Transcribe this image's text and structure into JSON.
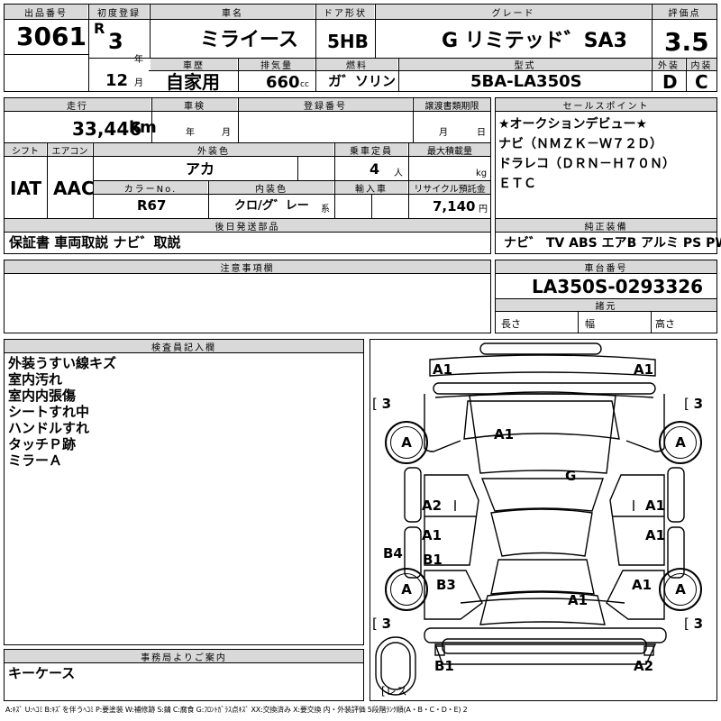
{
  "headers": {
    "lot_no": "出品番号",
    "first_reg": "初度登録",
    "car_name": "車名",
    "door": "ドア形状",
    "grade": "グレード",
    "score": "評価点",
    "history": "車歴",
    "displacement": "排気量",
    "fuel": "燃料",
    "model": "型式",
    "exterior": "外装",
    "interior": "内装",
    "mileage": "走行",
    "inspection": "車検",
    "reg_no": "登録番号",
    "transfer_doc": "譲渡書類期限",
    "selling_points": "セールスポイント",
    "shift": "シフト",
    "aircon": "エアコン",
    "ext_color": "外装色",
    "capacity": "乗車定員",
    "max_load": "最大積載量",
    "color_no": "カラーNo.",
    "int_color": "内装色",
    "import": "輸入車",
    "recycle": "リサイクル預託金",
    "later_docs": "後日発送部品",
    "options": "純正装備",
    "notes": "注意事項欄",
    "chassis": "車台番号",
    "dims": "諸元",
    "inspector": "検査員記入欄",
    "office": "事務局よりご案内"
  },
  "units": {
    "year": "年",
    "month": "月",
    "cc": "cc",
    "km": "km",
    "people": "人",
    "kg": "kg",
    "kei": "系",
    "yen": "円",
    "len": "長さ",
    "width": "幅",
    "height": "高さ"
  },
  "values": {
    "lot_no": "3061",
    "era": "R",
    "year": "3",
    "month": "12",
    "car_name": "ミライース",
    "door": "5HB",
    "grade": "G リミテッド゛SA3",
    "score": "3.5",
    "history": "自家用",
    "displacement": "660",
    "fuel": "ガ゛ソリン",
    "model": "5BA-LA350S",
    "ext_score": "D",
    "int_score": "C",
    "mileage": "33,446",
    "shift": "IAT",
    "aircon": "AAC",
    "ext_color": "アカ",
    "capacity": "4",
    "color_no": "R67",
    "int_color": "クロ/グ゛レー",
    "recycle": "7,140",
    "later_docs": "保証書 車両取説 ナビ゛取説",
    "chassis": "LA350S-0293326",
    "office_note": "キーケース"
  },
  "selling_points": [
    "★オークションデビュー★",
    "ナビ（ＮＭＺＫ－Ｗ７２Ｄ）",
    "ドラレコ（ＤＲＮ－Ｈ７０Ｎ）",
    "ＥＴＣ"
  ],
  "options": "ナビ゛ TV ABS エアB アルミ PS PW",
  "inspector_notes": [
    "外装うすい線キズ",
    "室内汚れ",
    "室内内張傷",
    "シートすれ中",
    "ハンドルすれ",
    "タッチＰ跡",
    "ミラーＡ"
  ],
  "diagram": {
    "marks": {
      "front_bumper_l": "A1",
      "front_bumper_r": "A1",
      "bonnet": "A1",
      "windshield": "G",
      "front_door_l": "A2",
      "front_door_r": "A1",
      "rear_door_l": "A1",
      "rear_door_r": "A1",
      "rear_pillar_l": "B4",
      "roof_l": "B1",
      "rear_fender_l": "B3",
      "rear_fender_r": "A1",
      "back_door": "A1",
      "rear_bumper_l": "B1",
      "rear_bumper_r": "A2"
    },
    "tires": [
      "A",
      "A",
      "A",
      "A"
    ],
    "tread": [
      "3",
      "3",
      "3",
      "3"
    ],
    "spare": "レス"
  },
  "legend": "A:ｷｽﾞ U:ﾍｺﾐ B:ｷｽﾞを伴うﾍｺﾐ P:要塗装 W:補修跡 S:錆 C:腐食 G:ﾌﾛﾝﾄｶﾞﾗｽ点ｷｽﾞ XX:交換済み X:要交換 内・外装評価 5段階ﾗﾝｸ順(A・B・C・D・E) 2"
}
